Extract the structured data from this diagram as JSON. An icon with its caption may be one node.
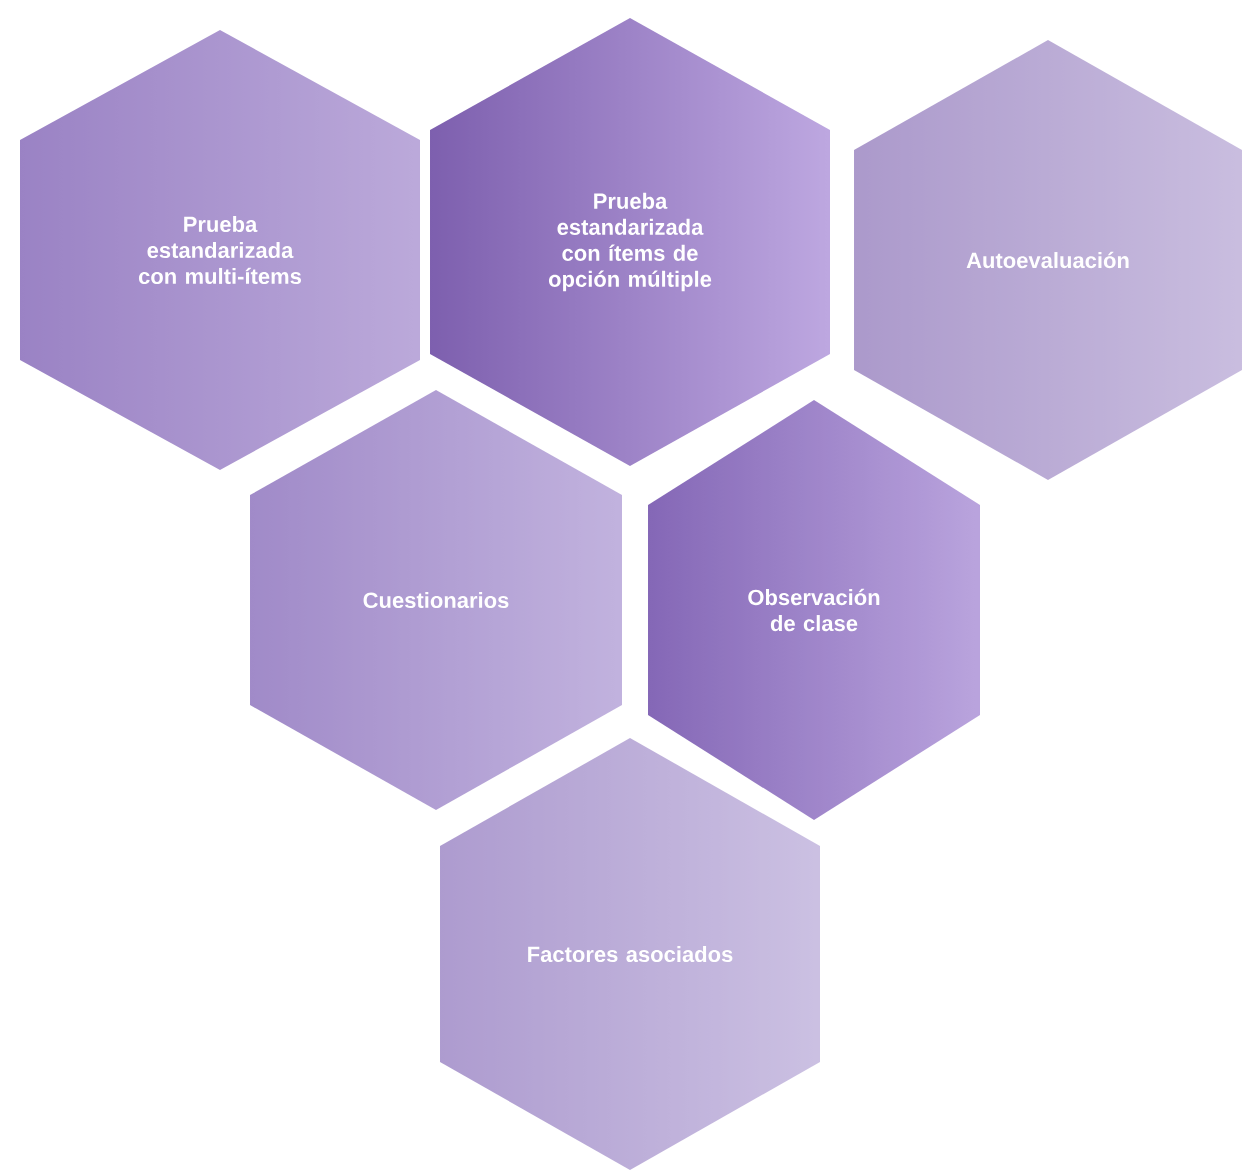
{
  "diagram": {
    "nodes": [
      {
        "text": [
          "Prueba estandarizada con multi-ítems"
        ]
      },
      {
        "text": [
          "Prueba estandarizada con ítems de opción múltiple"
        ]
      },
      {
        "text": [
          "Autoevaluación"
        ]
      },
      {
        "text": [
          "Cuestionarios"
        ]
      },
      {
        "text": [
          "Observación de clase"
        ]
      },
      {
        "text": [
          "Factores asociados"
        ]
      }
    ]
  }
}
